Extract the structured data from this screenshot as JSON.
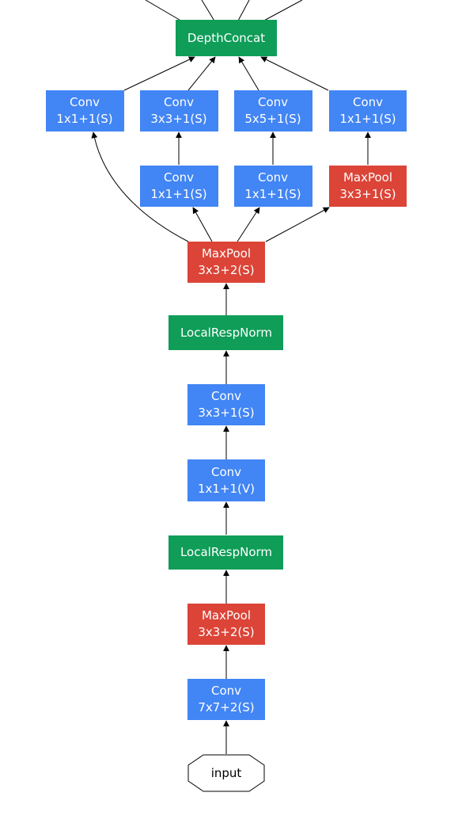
{
  "colors": {
    "conv": "#4285f4",
    "pool": "#db4437",
    "norm": "#0f9d58",
    "concat": "#0f9d58",
    "edge": "#000000",
    "text_on_box": "#ffffff",
    "input_text": "#000000"
  },
  "nodes": {
    "depth_concat": {
      "line1": "DepthConcat"
    },
    "conv_1x1_a": {
      "line1": "Conv",
      "line2": "1x1+1(S)"
    },
    "conv_3x3_a": {
      "line1": "Conv",
      "line2": "3x3+1(S)"
    },
    "conv_5x5_a": {
      "line1": "Conv",
      "line2": "5x5+1(S)"
    },
    "conv_1x1_b": {
      "line1": "Conv",
      "line2": "1x1+1(S)"
    },
    "conv_1x1_c": {
      "line1": "Conv",
      "line2": "1x1+1(S)"
    },
    "conv_1x1_d": {
      "line1": "Conv",
      "line2": "1x1+1(S)"
    },
    "maxpool_3x3_s1": {
      "line1": "MaxPool",
      "line2": "3x3+1(S)"
    },
    "maxpool_3x3_s2_top": {
      "line1": "MaxPool",
      "line2": "3x3+2(S)"
    },
    "lrn_top": {
      "line1": "LocalRespNorm"
    },
    "conv_3x3_stem": {
      "line1": "Conv",
      "line2": "3x3+1(S)"
    },
    "conv_1x1_stem": {
      "line1": "Conv",
      "line2": "1x1+1(V)"
    },
    "lrn_bottom": {
      "line1": "LocalRespNorm"
    },
    "maxpool_3x3_s2_bottom": {
      "line1": "MaxPool",
      "line2": "3x3+2(S)"
    },
    "conv_7x7": {
      "line1": "Conv",
      "line2": "7x7+2(S)"
    },
    "input": {
      "line1": "input"
    }
  }
}
